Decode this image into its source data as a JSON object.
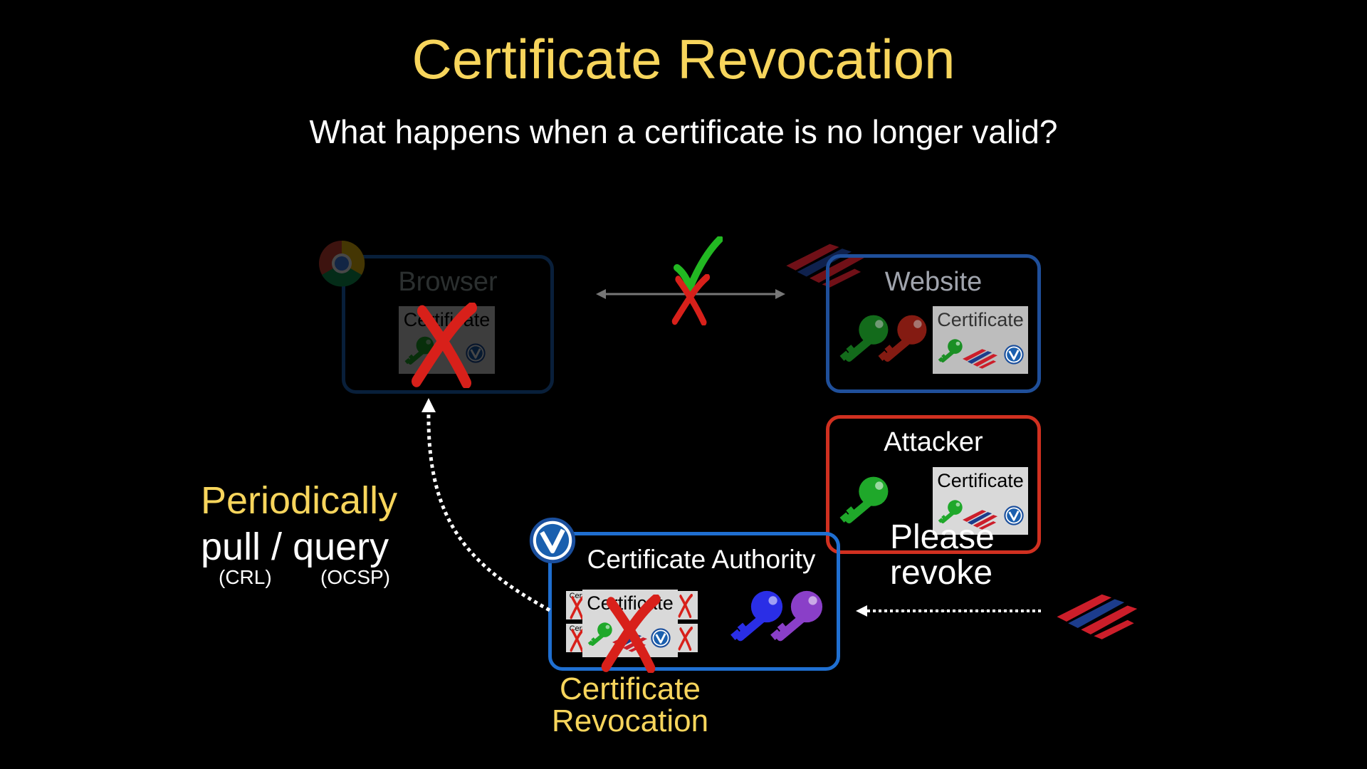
{
  "slide": {
    "title": "Certificate Revocation",
    "subtitle": "What happens when a certificate is no longer valid?"
  },
  "browser": {
    "label": "Browser",
    "cert_label": "Certificate"
  },
  "website": {
    "label": "Website",
    "cert_label": "Certificate"
  },
  "attacker": {
    "label": "Attacker",
    "cert_label": "Certificate"
  },
  "ca": {
    "label": "Certificate Authority",
    "cert_label": "Certificate",
    "mini_cert_label": "Cert"
  },
  "request": {
    "line1": "Please",
    "line2": "revoke"
  },
  "periodic": {
    "line1": "Periodically",
    "line2": "pull / query",
    "crl": "(CRL)",
    "ocsp": "(OCSP)"
  },
  "caption": {
    "line1": "Certificate",
    "line2": "Revocation"
  },
  "colors": {
    "title": "#f7d55c",
    "accent_yellow": "#f7d55c",
    "box_blue": "#1f6fd1",
    "box_red": "#d03020",
    "key_green": "#1fa82a",
    "key_red": "#c0281c",
    "key_blue": "#2a2ee6",
    "key_purple": "#8a3fc8",
    "check_green": "#22b822",
    "cross_red": "#d8201a",
    "cert_gray": "#d9d9d9"
  },
  "icons": [
    "chrome-icon",
    "bank-logo-icon",
    "verisign-icon",
    "key-icon",
    "check-icon",
    "cross-icon"
  ]
}
